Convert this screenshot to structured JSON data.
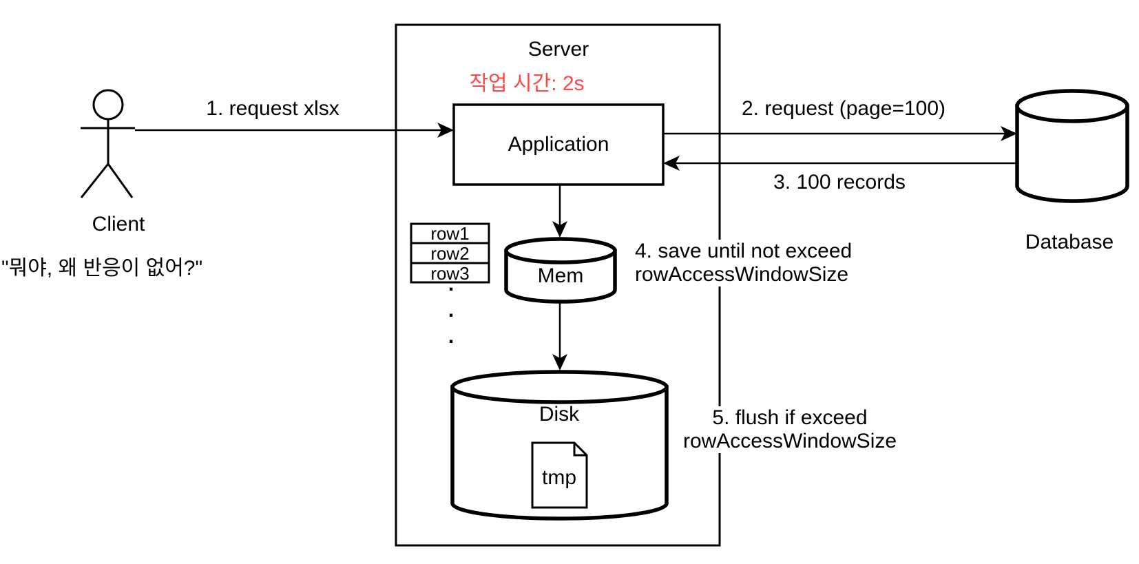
{
  "diagram": {
    "client": {
      "label": "Client",
      "quote": "\"뭐야, 왜 반응이 없어?\""
    },
    "server": {
      "label": "Server",
      "job_time": "작업 시간: 2s"
    },
    "application": {
      "label": "Application"
    },
    "database": {
      "label": "Database"
    },
    "mem": {
      "label": "Mem"
    },
    "disk": {
      "label": "Disk"
    },
    "tmp_file": {
      "label": "tmp"
    },
    "buffer": {
      "rows": [
        "row1",
        "row2",
        "row3"
      ],
      "dots": [
        ".",
        ".",
        "."
      ]
    },
    "steps": {
      "s1": "1. request xlsx",
      "s2": "2. request (page=100)",
      "s3": "3. 100 records",
      "s4_line1": "4. save until not exceed",
      "s4_line2": "rowAccessWindowSize",
      "s5_line1": "5. flush if exceed",
      "s5_line2": "rowAccessWindowSize"
    },
    "colors": {
      "highlight_red": "#FF4747",
      "stroke": "#000000",
      "background": "#FFFFFF"
    }
  }
}
